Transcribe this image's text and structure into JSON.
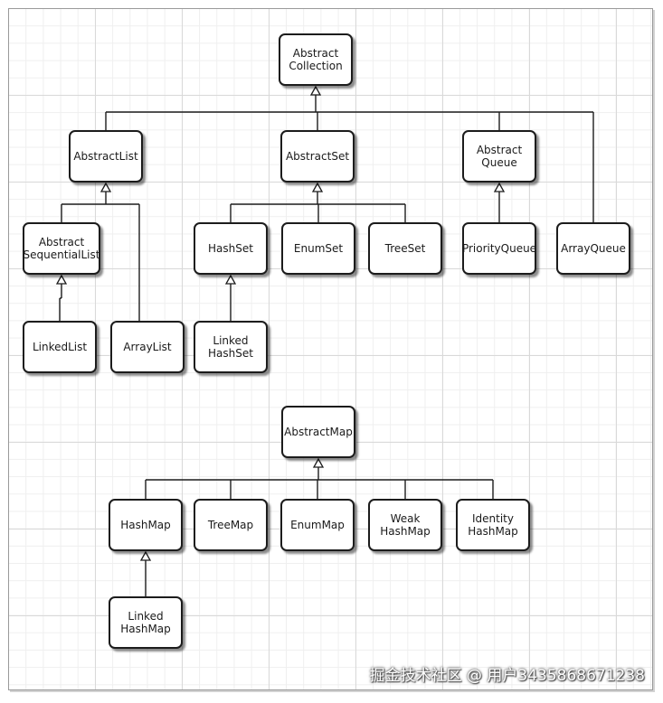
{
  "diagram": {
    "collection_nodes": [
      {
        "id": "abstract-collection",
        "line1": "Abstract",
        "line2": "Collection"
      },
      {
        "id": "abstract-list",
        "line1": "AbstractList",
        "line2": ""
      },
      {
        "id": "abstract-set",
        "line1": "AbstractSet",
        "line2": ""
      },
      {
        "id": "abstract-queue",
        "line1": "Abstract",
        "line2": "Queue"
      },
      {
        "id": "abstract-sequential-list",
        "line1": "Abstract",
        "line2": "SequentialList"
      },
      {
        "id": "hash-set",
        "line1": "HashSet",
        "line2": ""
      },
      {
        "id": "enum-set",
        "line1": "EnumSet",
        "line2": ""
      },
      {
        "id": "tree-set",
        "line1": "TreeSet",
        "line2": ""
      },
      {
        "id": "priority-queue",
        "line1": "PriorityQueue",
        "line2": ""
      },
      {
        "id": "array-queue",
        "line1": "ArrayQueue",
        "line2": ""
      },
      {
        "id": "linked-list",
        "line1": "LinkedList",
        "line2": ""
      },
      {
        "id": "array-list",
        "line1": "ArrayList",
        "line2": ""
      },
      {
        "id": "linked-hash-set",
        "line1": "Linked",
        "line2": "HashSet"
      }
    ],
    "map_nodes": [
      {
        "id": "abstract-map",
        "line1": "AbstractMap",
        "line2": ""
      },
      {
        "id": "hash-map",
        "line1": "HashMap",
        "line2": ""
      },
      {
        "id": "tree-map",
        "line1": "TreeMap",
        "line2": ""
      },
      {
        "id": "enum-map",
        "line1": "EnumMap",
        "line2": ""
      },
      {
        "id": "weak-hash-map",
        "line1": "Weak",
        "line2": "HashMap"
      },
      {
        "id": "identity-hash-map",
        "line1": "Identity",
        "line2": "HashMap"
      },
      {
        "id": "linked-hash-map",
        "line1": "Linked",
        "line2": "HashMap"
      }
    ],
    "edges": [
      {
        "parent": "abstract-collection",
        "children": [
          "abstract-list",
          "abstract-set",
          "abstract-queue",
          "array-queue"
        ]
      },
      {
        "parent": "abstract-list",
        "children": [
          "abstract-sequential-list",
          "array-list"
        ]
      },
      {
        "parent": "abstract-sequential-list",
        "children": [
          "linked-list"
        ]
      },
      {
        "parent": "abstract-set",
        "children": [
          "hash-set",
          "enum-set",
          "tree-set"
        ]
      },
      {
        "parent": "hash-set",
        "children": [
          "linked-hash-set"
        ]
      },
      {
        "parent": "abstract-queue",
        "children": [
          "priority-queue"
        ]
      },
      {
        "parent": "abstract-map",
        "children": [
          "hash-map",
          "tree-map",
          "enum-map",
          "weak-hash-map",
          "identity-hash-map"
        ]
      },
      {
        "parent": "hash-map",
        "children": [
          "linked-hash-map"
        ]
      }
    ]
  },
  "watermark": "掘金技术社区 @ 用户3435868671238"
}
